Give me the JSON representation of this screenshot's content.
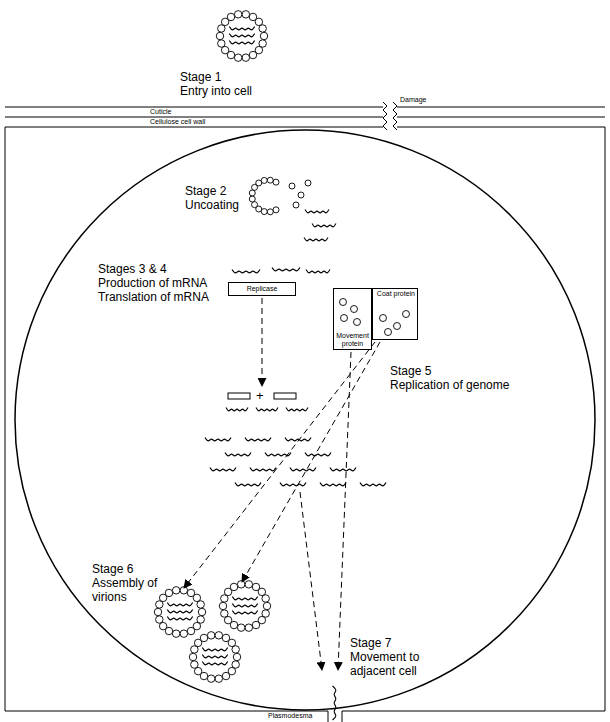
{
  "diagram": {
    "nodes": [
      {
        "text": [
          "Replicase"
        ]
      },
      {
        "text": [
          "Movement protein"
        ]
      },
      {
        "text": [
          "Coat protein"
        ]
      }
    ],
    "labels": [
      "Stage 1",
      "Entry into cell",
      "Damage",
      "Cuticle",
      "Cellulose cell wall",
      "Stage 2",
      "Uncoating",
      "Stages 3 & 4",
      "Production of mRNA",
      "Translation of mRNA",
      "+",
      "Stage 5",
      "Replication of genome",
      "Stage 6",
      "Assembly of virions",
      "Stage 7",
      "Movement to adjacent cell",
      "Plasmodesma"
    ]
  }
}
